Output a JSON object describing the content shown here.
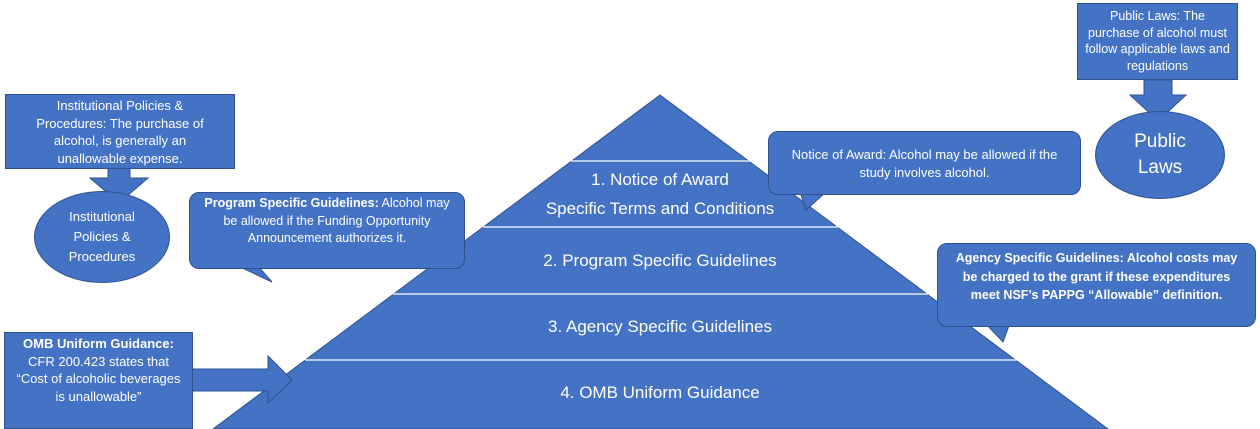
{
  "colors": {
    "fill": "#4472c4",
    "border": "#2f528f",
    "text": "#ffffff",
    "divider": "#ffffff"
  },
  "pyramid": {
    "tiers": [
      {
        "line1": "1.  Notice of Award",
        "line2": "Specific Terms and Conditions"
      },
      {
        "line1": "2. Program Specific Guidelines"
      },
      {
        "line1": "3. Agency Specific Guidelines"
      },
      {
        "line1": "4. OMB Uniform Guidance"
      }
    ]
  },
  "callouts": {
    "public_laws_box": {
      "text": "Public Laws: The purchase of alcohol must follow applicable laws and regulations"
    },
    "public_laws_ellipse": {
      "line1": "Public",
      "line2": "Laws"
    },
    "institutional_box": {
      "text": "Institutional Policies & Procedures: The purchase of alcohol, is generally an unallowable expense."
    },
    "institutional_ellipse": {
      "line1": "Institutional",
      "line2": "Policies &",
      "line3": "Procedures"
    },
    "program_guidelines": {
      "bold": "Program Specific Guidelines:",
      "text": " Alcohol may be allowed if the Funding Opportunity  Announcement authorizes it."
    },
    "notice_of_award": {
      "text": "Notice of Award: Alcohol may be allowed if the study involves alcohol."
    },
    "agency_guidelines": {
      "text": "Agency Specific Guidelines: Alcohol costs may be charged to the grant if these expenditures meet NSF’s PAPPG “Allowable” definition."
    },
    "omb_guidance": {
      "bold": "OMB Uniform Guidance:",
      "text": "CFR 200.423  states that “Cost of alcoholic beverages is unallowable”"
    }
  }
}
